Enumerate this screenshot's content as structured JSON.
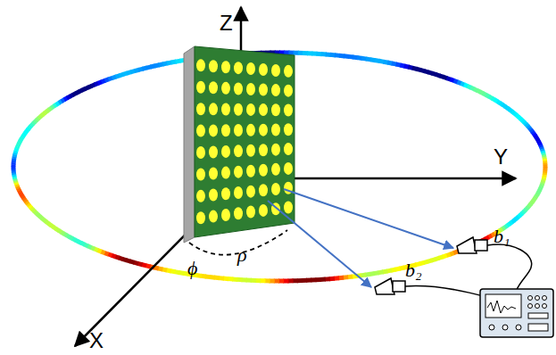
{
  "diagram": {
    "labels": [
      "Z",
      "Y",
      "X",
      "ϕ",
      "ρ",
      "b₁",
      "b₂"
    ]
  }
}
